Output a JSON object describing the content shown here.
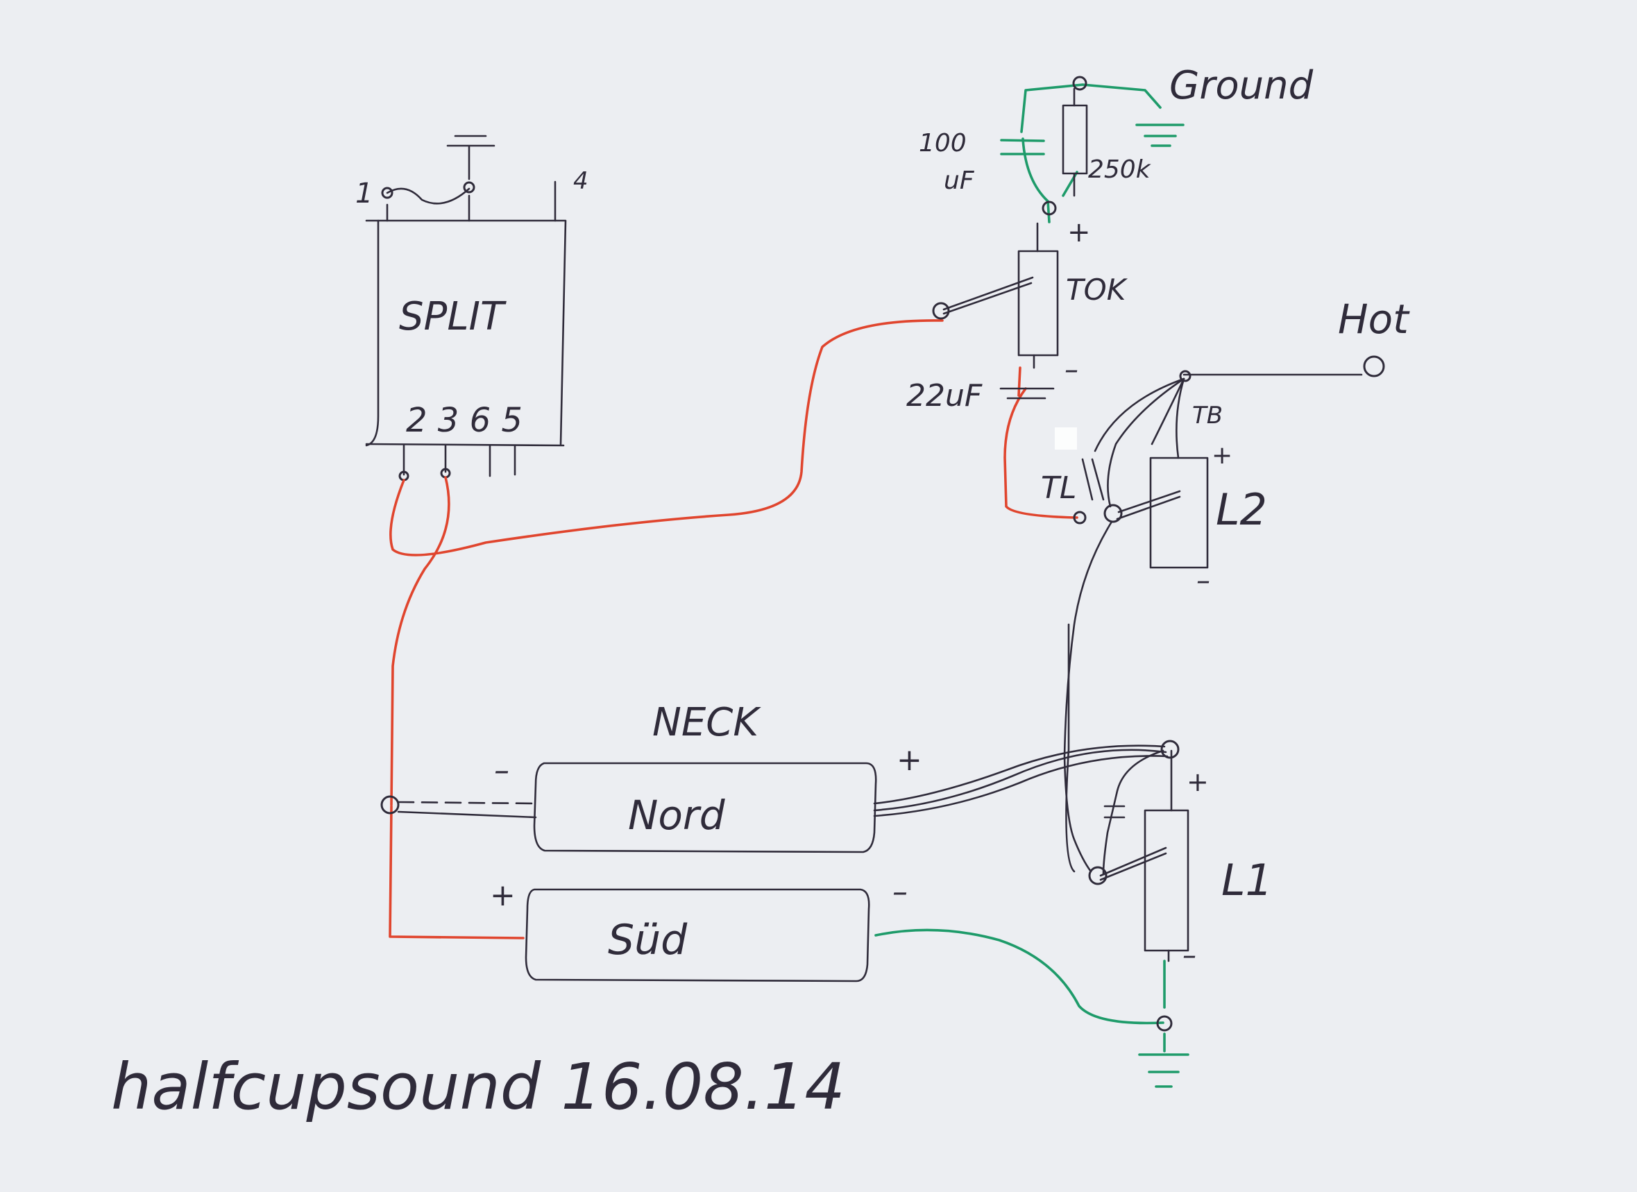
{
  "labels": {
    "ground": "Ground",
    "cap_100": "100",
    "cap_100_unit": "uF",
    "pot_250k": "250k",
    "tone_pot": "TOK",
    "hot": "Hot",
    "cap_22": "22uF",
    "tb": "TB",
    "tl": "TL",
    "l2": "L2",
    "l1": "L1",
    "split": "SPLIT",
    "pin_1": "1",
    "pin_4": "4",
    "pins_bottom": "2 3 6 5",
    "neck": "NECK",
    "nord": "Nord",
    "sud": "Süd",
    "signature": "halfcupsound 16.08.14"
  },
  "polarity": {
    "plus": "+",
    "minus": "–"
  },
  "colors": {
    "ink": "#2f2b3a",
    "red_wire": "#e0452e",
    "green_wire": "#1e9b6a",
    "paper": "#eceef2"
  }
}
